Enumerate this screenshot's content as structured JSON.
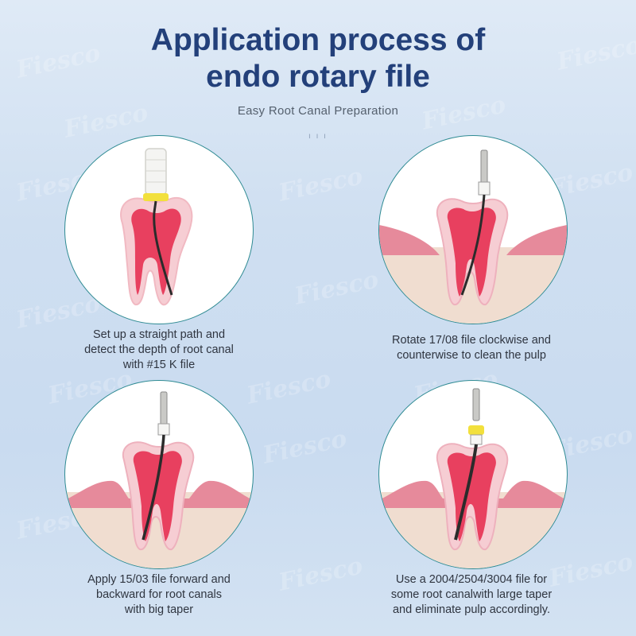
{
  "header": {
    "title_line1": "Application process of",
    "title_line2": "endo rotary file",
    "subtitle": "Easy Root Canal Preparation",
    "tick_marks": "ı ı ı"
  },
  "watermark": {
    "text": "Fiesco"
  },
  "colors": {
    "title": "#23407a",
    "circle_border": "#2f8b93",
    "pulp": "#e8405f",
    "enamel": "#f3c4cc",
    "gum": "#e68a9b",
    "bone": "#f0ddd0",
    "file_stop_yellow": "#f2e03c"
  },
  "steps": [
    {
      "lines": [
        "Set up a straight path and",
        "detect the depth of root canal",
        "with #15 K file"
      ],
      "illustration": "tooth-with-k-file-icon"
    },
    {
      "lines": [
        "Rotate 17/08 file clockwise and",
        "counterwise to clean the pulp"
      ],
      "illustration": "tooth-in-gum-with-rotary-file-icon"
    },
    {
      "lines": [
        "Apply 15/03 file forward and",
        "backward for root canals",
        "with big taper"
      ],
      "illustration": "tooth-in-gum-with-tapered-file-icon"
    },
    {
      "lines": [
        "Use a 2004/2504/3004 file for",
        "some root canalwith large taper",
        "and eliminate pulp accordingly."
      ],
      "illustration": "tooth-in-gum-with-large-taper-file-icon"
    }
  ]
}
